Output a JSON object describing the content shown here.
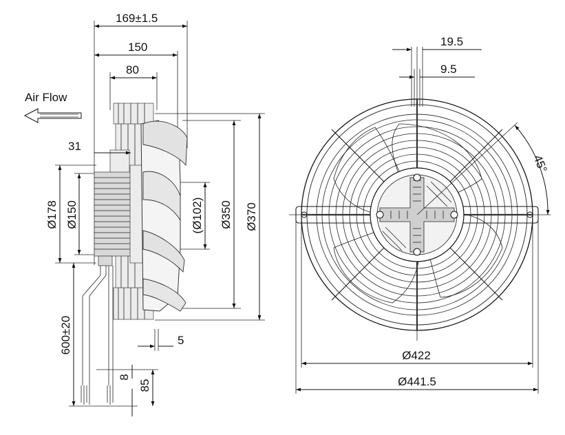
{
  "airflow": {
    "label": "Air Flow"
  },
  "side_view": {
    "dim_overall_depth": "169±1.5",
    "dim_depth_150": "150",
    "dim_depth_80": "80",
    "dim_31": "31",
    "dim_d178": "Ø178",
    "dim_d150": "Ø150",
    "dim_d102": "(Ø102)",
    "dim_d350": "Ø350",
    "dim_d370": "Ø370",
    "dim_cable": "600±20",
    "dim_5": "5",
    "dim_8": "8",
    "dim_85": "85"
  },
  "front_view": {
    "dim_19_5": "19.5",
    "dim_9_5": "9.5",
    "dim_angle": "45°",
    "dim_d422": "Ø422",
    "dim_d441_5": "Ø441.5"
  }
}
